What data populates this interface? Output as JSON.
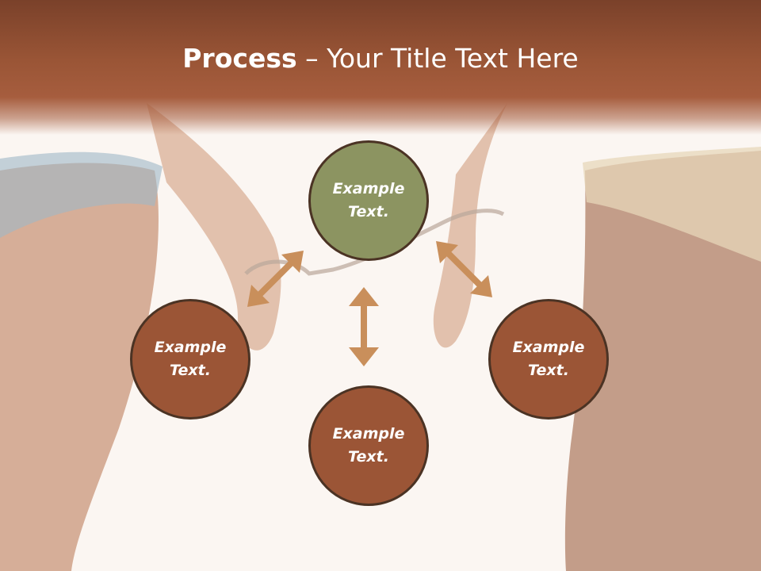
{
  "slide": {
    "title_bold": "Process",
    "title_rest": " – Your Title Text Here"
  },
  "diagram": {
    "nodes": [
      {
        "id": "top",
        "label": "Example\nText."
      },
      {
        "id": "left",
        "label": "Example\nText."
      },
      {
        "id": "right",
        "label": "Example\nText."
      },
      {
        "id": "bottom",
        "label": "Example\nText."
      }
    ],
    "arrows": [
      "top-left",
      "top-right",
      "center-bottom"
    ],
    "colors": {
      "header": "#9a5536",
      "node_green": "#8c9461",
      "node_brown": "#9b5536",
      "node_border": "#4b3324",
      "arrow": "#c98f5b",
      "background": "#fbf6f2"
    }
  }
}
